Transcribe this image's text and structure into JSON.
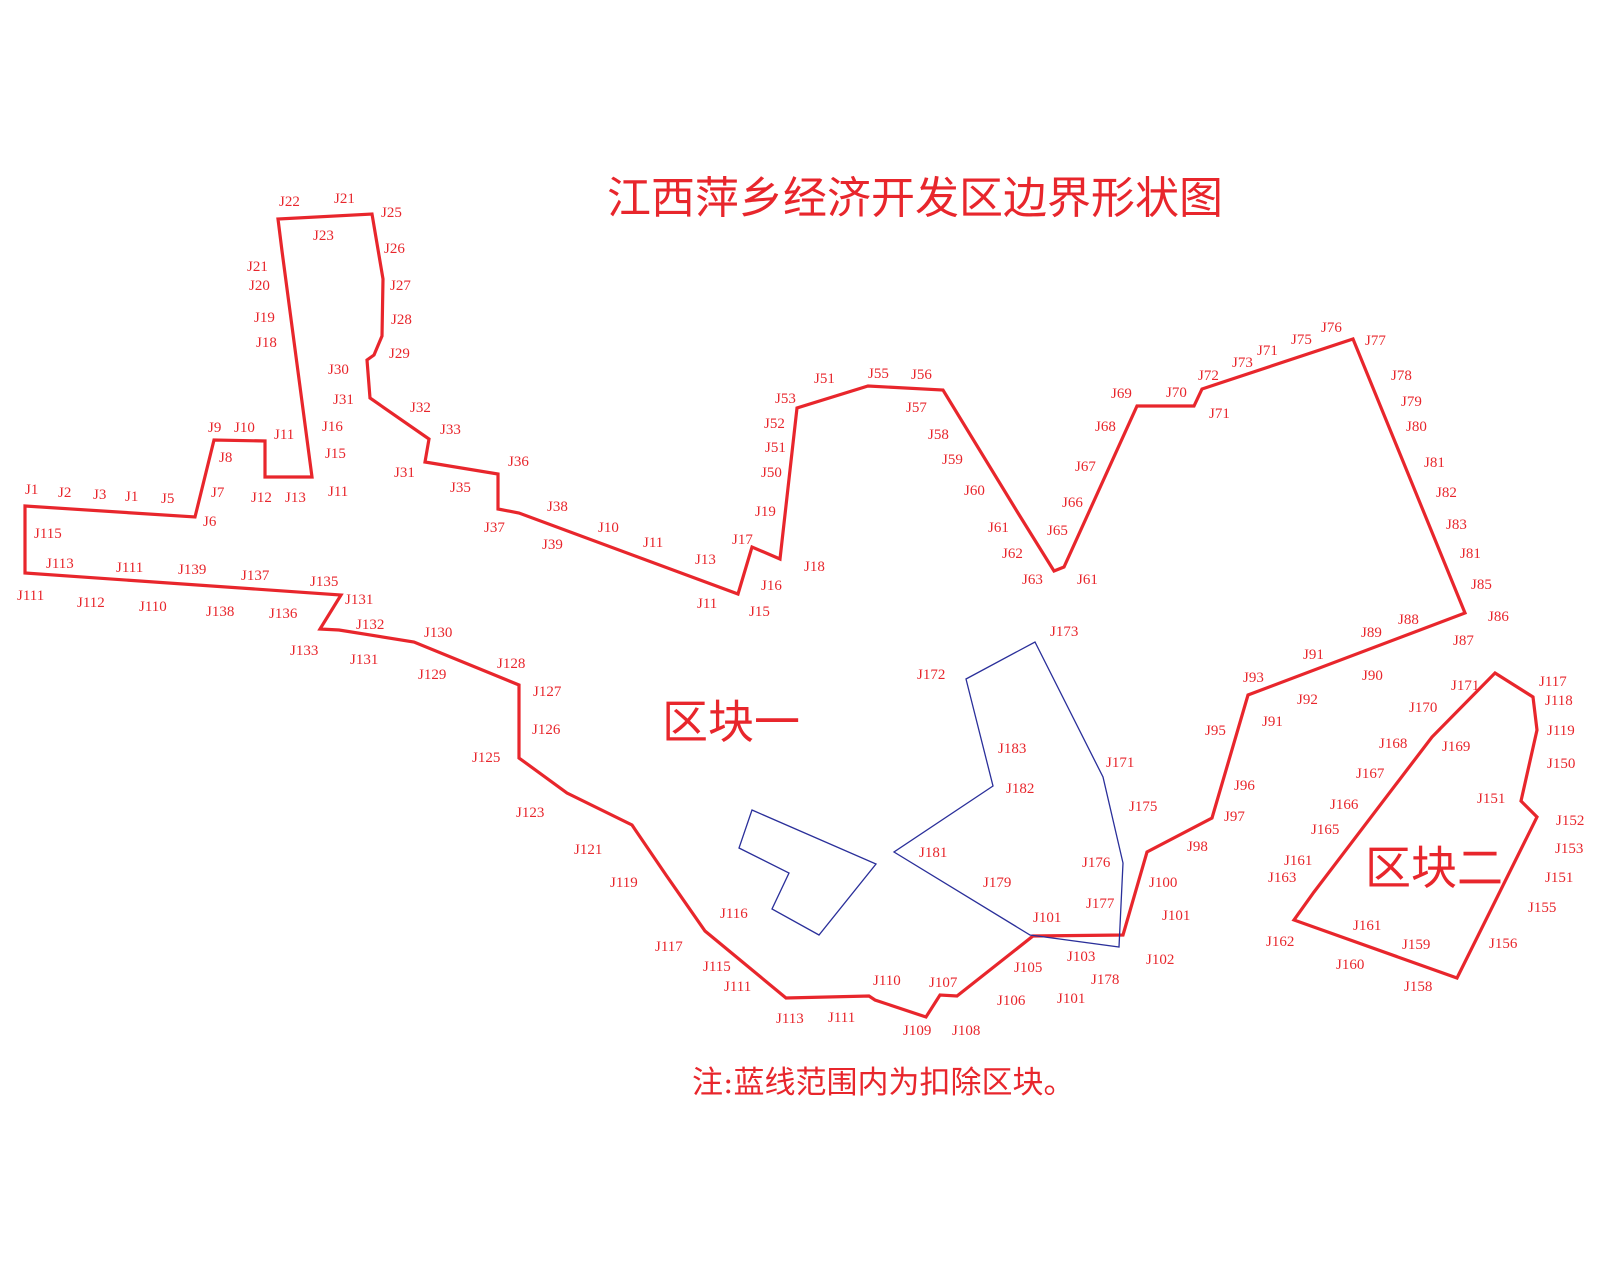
{
  "title": "江西萍乡经济开发区边界形状图",
  "block_labels": {
    "block1": "区块一",
    "block2": "区块二"
  },
  "note": "注:蓝线范围内为扣除区块。",
  "colors": {
    "boundary": "#e8262c",
    "exclusion": "#2a2f9a",
    "text": "#e8262c",
    "background": "#ffffff"
  },
  "point_labels": [
    "J1",
    "J2",
    "J3",
    "J1",
    "J5",
    "J6",
    "J7",
    "J8",
    "J9",
    "J10",
    "J11",
    "J12",
    "J13",
    "J11",
    "J15",
    "J16",
    "J22",
    "J21",
    "J25",
    "J23",
    "J26",
    "J21",
    "J20",
    "J27",
    "J19",
    "J28",
    "J18",
    "J29",
    "J30",
    "J31",
    "J32",
    "J33",
    "J31",
    "J35",
    "J36",
    "J37",
    "J38",
    "J39",
    "J10",
    "J11",
    "J13",
    "J11",
    "J15",
    "J16",
    "J17",
    "J18",
    "J19",
    "J50",
    "J51",
    "J52",
    "J53",
    "J51",
    "J55",
    "J56",
    "J57",
    "J58",
    "J59",
    "J60",
    "J61",
    "J62",
    "J63",
    "J61",
    "J65",
    "J66",
    "J67",
    "J68",
    "J69",
    "J70",
    "J71",
    "J72",
    "J73",
    "J71",
    "J75",
    "J76",
    "J77",
    "J78",
    "J79",
    "J80",
    "J81",
    "J82",
    "J83",
    "J81",
    "J85",
    "J86",
    "J87",
    "J88",
    "J89",
    "J90",
    "J91",
    "J92",
    "J93",
    "J91",
    "J95",
    "J96",
    "J97",
    "J98",
    "J100",
    "J101",
    "J101",
    "J102",
    "J103",
    "J105",
    "J106",
    "J107",
    "J108",
    "J109",
    "J110",
    "J111",
    "J113",
    "J111",
    "J115",
    "J117",
    "J116",
    "J119",
    "J121",
    "J123",
    "J125",
    "J126",
    "J127",
    "J128",
    "J129",
    "J130",
    "J131",
    "J132",
    "J133",
    "J131",
    "J135",
    "J136",
    "J137",
    "J138",
    "J139",
    "J110",
    "J111",
    "J112",
    "J113",
    "J111",
    "J115",
    "J172",
    "J173",
    "J183",
    "J182",
    "J171",
    "J175",
    "J181",
    "J176",
    "J179",
    "J177",
    "J101",
    "J178",
    "J117",
    "J118",
    "J171",
    "J170",
    "J119",
    "J168",
    "J169",
    "J150",
    "J167",
    "J151",
    "J166",
    "J152",
    "J165",
    "J153",
    "J161",
    "J163",
    "J151",
    "J155",
    "J162",
    "J161",
    "J159",
    "J156",
    "J160",
    "J158"
  ]
}
